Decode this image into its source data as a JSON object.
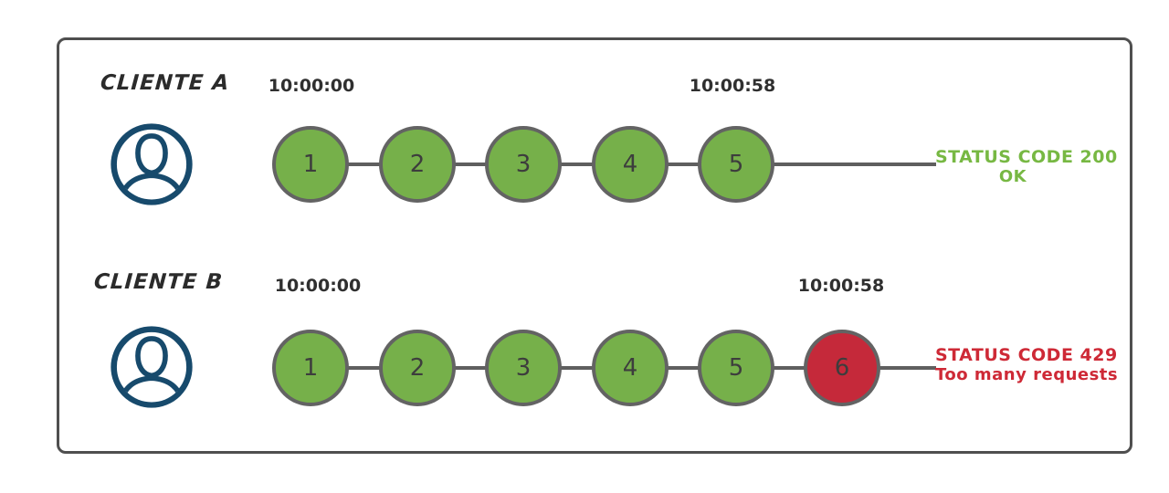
{
  "diagram": {
    "title": "rate-limit-comparison",
    "rows": [
      {
        "label": "CLIENTE A",
        "start_time": "10:00:00",
        "end_time": "10:00:58",
        "requests": [
          {
            "label": "1",
            "state": "ok"
          },
          {
            "label": "2",
            "state": "ok"
          },
          {
            "label": "3",
            "state": "ok"
          },
          {
            "label": "4",
            "state": "ok"
          },
          {
            "label": "5",
            "state": "ok"
          }
        ],
        "status_line1": "STATUS CODE 200",
        "status_line2": "OK",
        "status_type": "success"
      },
      {
        "label": "CLIENTE B",
        "start_time": "10:00:00",
        "end_time": "10:00:58",
        "requests": [
          {
            "label": "1",
            "state": "ok"
          },
          {
            "label": "2",
            "state": "ok"
          },
          {
            "label": "3",
            "state": "ok"
          },
          {
            "label": "4",
            "state": "ok"
          },
          {
            "label": "5",
            "state": "ok"
          },
          {
            "label": "6",
            "state": "error"
          }
        ],
        "status_line1": "STATUS CODE 429",
        "status_line2": "Too many requests",
        "status_type": "error"
      }
    ],
    "icons": {
      "avatar": "user-avatar-icon"
    },
    "colors": {
      "ok_circle_fill": "#76b04a",
      "error_circle_fill": "#c5293a",
      "circle_border": "#636363",
      "timeline_line": "#5f5f5f",
      "success_text": "#77b843",
      "error_text": "#ce2936",
      "avatar_stroke": "#174a6c",
      "frame_border": "#4f4f4f",
      "label_text": "#2b2b2b"
    }
  }
}
